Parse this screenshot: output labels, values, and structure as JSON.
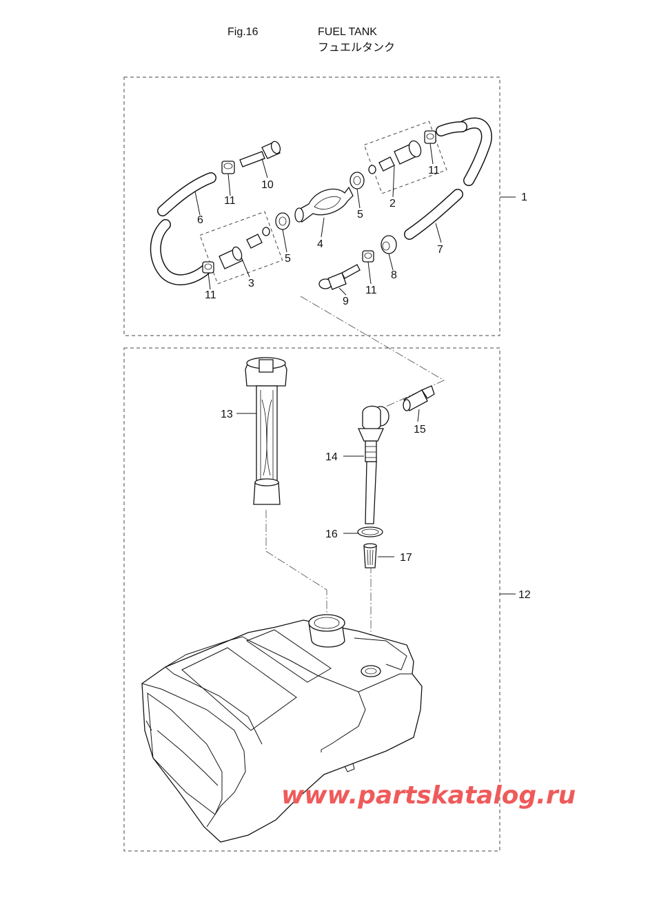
{
  "header": {
    "figure_number": "Fig.16",
    "title_en": "FUEL TANK",
    "title_jp": "フュエルタンク"
  },
  "callouts": {
    "p1": "1",
    "p2": "2",
    "p3": "3",
    "p4": "4",
    "p5a": "5",
    "p5b": "5",
    "p6": "6",
    "p7": "7",
    "p8": "8",
    "p9": "9",
    "p10": "10",
    "p11a": "11",
    "p11b": "11",
    "p11c": "11",
    "p11d": "11",
    "p12": "12",
    "p13": "13",
    "p14": "14",
    "p15": "15",
    "p16": "16",
    "p17": "17"
  },
  "watermark": "www.partskatalog.ru",
  "colors": {
    "line": "#111111",
    "watermark": "#ef5a5a",
    "background": "#ffffff"
  }
}
